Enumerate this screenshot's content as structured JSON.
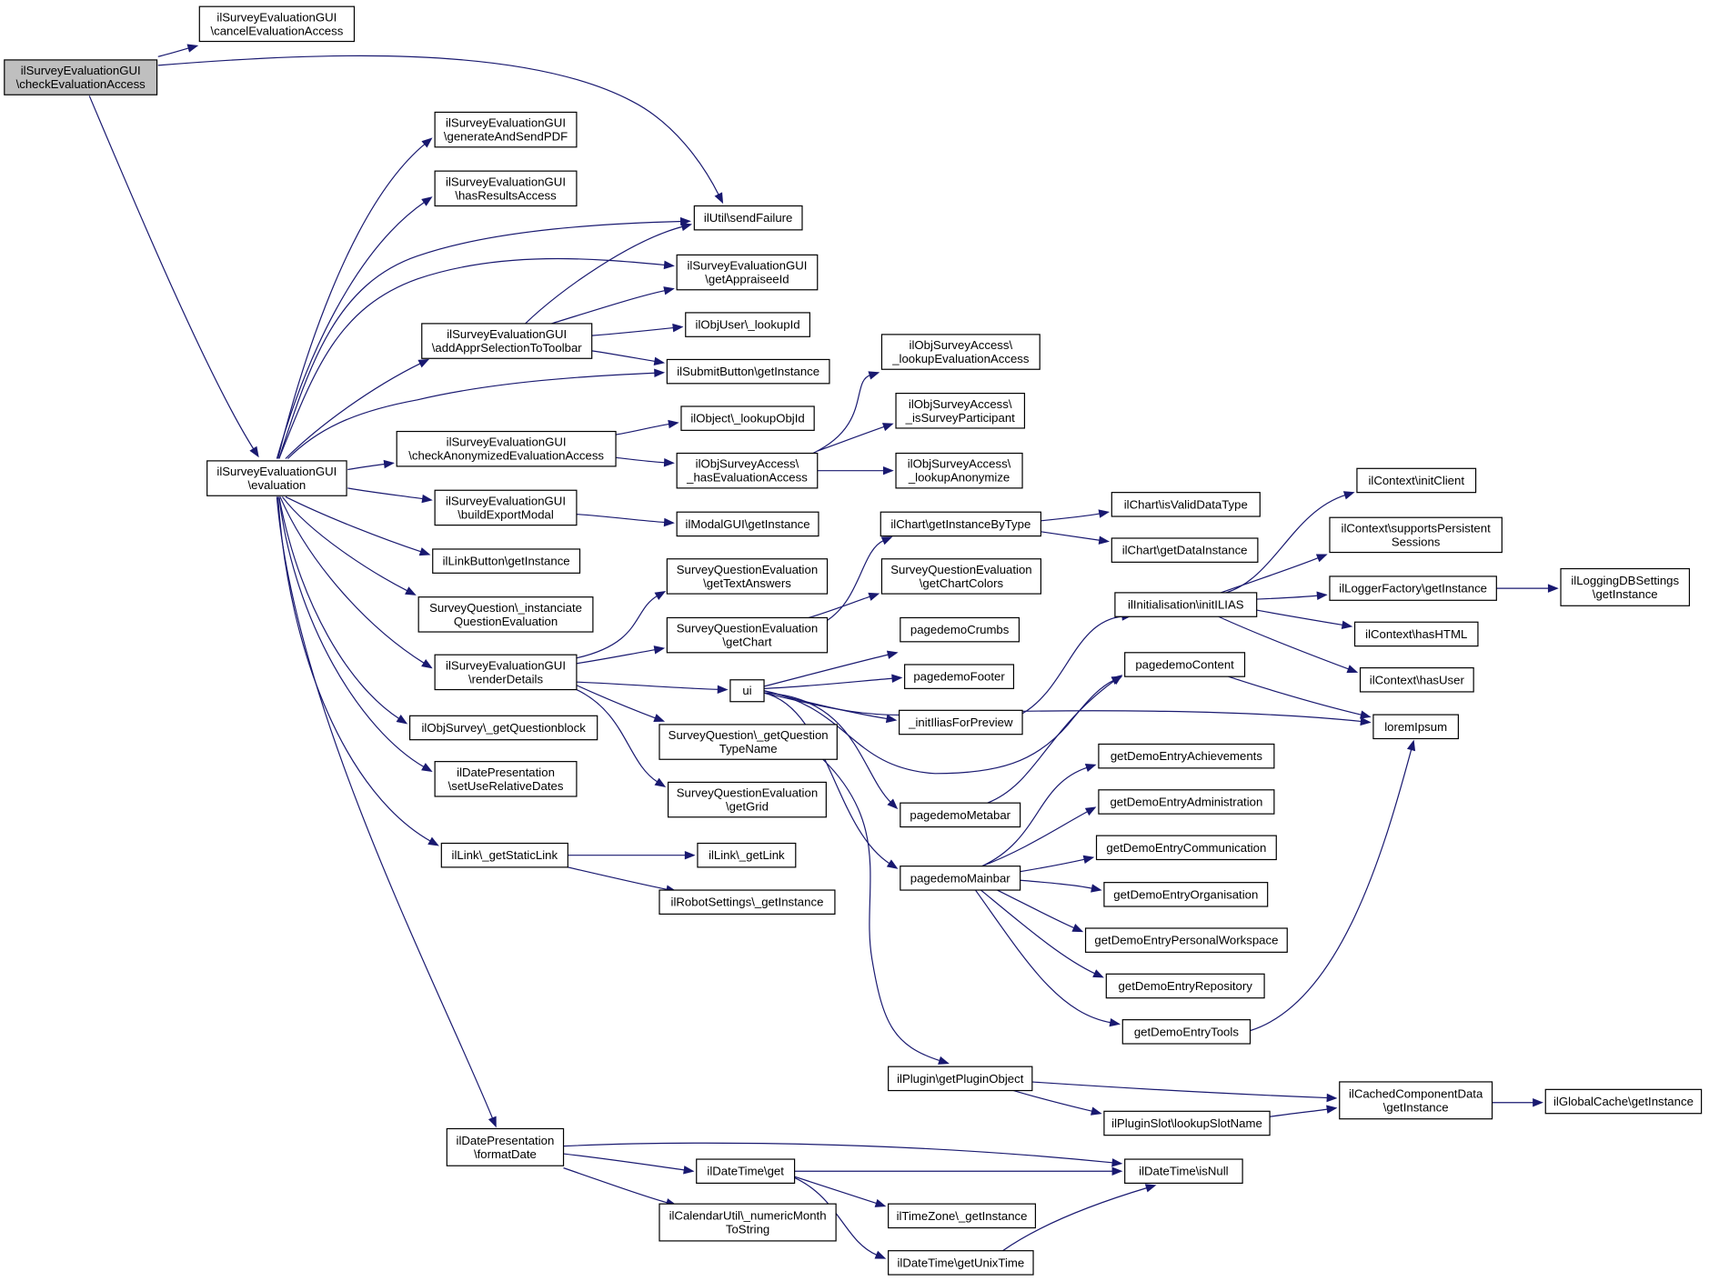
{
  "nodes": [
    {
      "id": "root",
      "lines": [
        "ilSurveyEvaluationGUI",
        "\\checkEvaluationAccess"
      ],
      "root": true
    },
    {
      "id": "cancel",
      "lines": [
        "ilSurveyEvaluationGUI",
        "\\cancelEvaluationAccess"
      ]
    },
    {
      "id": "eval",
      "lines": [
        "ilSurveyEvaluationGUI",
        "\\evaluation"
      ]
    },
    {
      "id": "genpdf",
      "lines": [
        "ilSurveyEvaluationGUI",
        "\\generateAndSendPDF"
      ]
    },
    {
      "id": "hasres",
      "lines": [
        "ilSurveyEvaluationGUI",
        "\\hasResultsAccess"
      ]
    },
    {
      "id": "sendfail",
      "lines": [
        "ilUtil\\sendFailure"
      ]
    },
    {
      "id": "getappr",
      "lines": [
        "ilSurveyEvaluationGUI",
        "\\getAppraiseeId"
      ]
    },
    {
      "id": "addappr",
      "lines": [
        "ilSurveyEvaluationGUI",
        "\\addApprSelectionToToolbar"
      ]
    },
    {
      "id": "lookupid",
      "lines": [
        "ilObjUser\\_lookupId"
      ]
    },
    {
      "id": "submitbtn",
      "lines": [
        "ilSubmitButton\\getInstance"
      ]
    },
    {
      "id": "lookupeval",
      "lines": [
        "ilObjSurveyAccess\\",
        "_lookupEvaluationAccess"
      ]
    },
    {
      "id": "issurveypart",
      "lines": [
        "ilObjSurveyAccess\\",
        "_isSurveyParticipant"
      ]
    },
    {
      "id": "lookupobjid",
      "lines": [
        "ilObject\\_lookupObjId"
      ]
    },
    {
      "id": "checkanon",
      "lines": [
        "ilSurveyEvaluationGUI",
        "\\checkAnonymizedEvaluationAccess"
      ]
    },
    {
      "id": "haseval",
      "lines": [
        "ilObjSurveyAccess\\",
        "_hasEvaluationAccess"
      ]
    },
    {
      "id": "lookupanon",
      "lines": [
        "ilObjSurveyAccess\\",
        "_lookupAnonymize"
      ]
    },
    {
      "id": "buildexp",
      "lines": [
        "ilSurveyEvaluationGUI",
        "\\buildExportModal"
      ]
    },
    {
      "id": "modal",
      "lines": [
        "ilModalGUI\\getInstance"
      ]
    },
    {
      "id": "linkbtn",
      "lines": [
        "ilLinkButton\\getInstance"
      ]
    },
    {
      "id": "charttype",
      "lines": [
        "ilChart\\getInstanceByType"
      ]
    },
    {
      "id": "isvalid",
      "lines": [
        "ilChart\\isValidDataType"
      ]
    },
    {
      "id": "datainst",
      "lines": [
        "ilChart\\getDataInstance"
      ]
    },
    {
      "id": "textans",
      "lines": [
        "SurveyQuestionEvaluation",
        "\\getTextAnswers"
      ]
    },
    {
      "id": "chartcolors",
      "lines": [
        "SurveyQuestionEvaluation",
        "\\getChartColors"
      ]
    },
    {
      "id": "instanciate",
      "lines": [
        "SurveyQuestion\\_instanciate",
        "QuestionEvaluation"
      ]
    },
    {
      "id": "getchart",
      "lines": [
        "SurveyQuestionEvaluation",
        "\\getChart"
      ]
    },
    {
      "id": "crumbs",
      "lines": [
        "pagedemoCrumbs"
      ]
    },
    {
      "id": "initclient",
      "lines": [
        "ilContext\\initClient"
      ]
    },
    {
      "id": "supportspers",
      "lines": [
        "ilContext\\supportsPersistent",
        "Sessions"
      ]
    },
    {
      "id": "initilias",
      "lines": [
        "ilInitialisation\\initILIAS"
      ]
    },
    {
      "id": "loggerfac",
      "lines": [
        "ilLoggerFactory\\getInstance"
      ]
    },
    {
      "id": "loggingdb",
      "lines": [
        "ilLoggingDBSettings",
        "\\getInstance"
      ]
    },
    {
      "id": "hashtml",
      "lines": [
        "ilContext\\hasHTML"
      ]
    },
    {
      "id": "renderdet",
      "lines": [
        "ilSurveyEvaluationGUI",
        "\\renderDetails"
      ]
    },
    {
      "id": "ui",
      "lines": [
        "ui"
      ]
    },
    {
      "id": "footer",
      "lines": [
        "pagedemoFooter"
      ]
    },
    {
      "id": "content",
      "lines": [
        "pagedemoContent"
      ]
    },
    {
      "id": "hasuser",
      "lines": [
        "ilContext\\hasUser"
      ]
    },
    {
      "id": "initpreview",
      "lines": [
        "_initIliasForPreview"
      ]
    },
    {
      "id": "lorem",
      "lines": [
        "loremIpsum"
      ]
    },
    {
      "id": "questionblock",
      "lines": [
        "ilObjSurvey\\_getQuestionblock"
      ]
    },
    {
      "id": "qtypename",
      "lines": [
        "SurveyQuestion\\_getQuestion",
        "TypeName"
      ]
    },
    {
      "id": "achievements",
      "lines": [
        "getDemoEntryAchievements"
      ]
    },
    {
      "id": "relativedates",
      "lines": [
        "ilDatePresentation",
        "\\setUseRelativeDates"
      ]
    },
    {
      "id": "getgrid",
      "lines": [
        "SurveyQuestionEvaluation",
        "\\getGrid"
      ]
    },
    {
      "id": "administration",
      "lines": [
        "getDemoEntryAdministration"
      ]
    },
    {
      "id": "metabar",
      "lines": [
        "pagedemoMetabar"
      ]
    },
    {
      "id": "communication",
      "lines": [
        "getDemoEntryCommunication"
      ]
    },
    {
      "id": "staticlink",
      "lines": [
        "ilLink\\_getStaticLink"
      ]
    },
    {
      "id": "getlink",
      "lines": [
        "ilLink\\_getLink"
      ]
    },
    {
      "id": "mainbar",
      "lines": [
        "pagedemoMainbar"
      ]
    },
    {
      "id": "organisation",
      "lines": [
        "getDemoEntryOrganisation"
      ]
    },
    {
      "id": "robot",
      "lines": [
        "ilRobotSettings\\_getInstance"
      ]
    },
    {
      "id": "personal",
      "lines": [
        "getDemoEntryPersonalWorkspace"
      ]
    },
    {
      "id": "repository",
      "lines": [
        "getDemoEntryRepository"
      ]
    },
    {
      "id": "tools",
      "lines": [
        "getDemoEntryTools"
      ]
    },
    {
      "id": "pluginobj",
      "lines": [
        "ilPlugin\\getPluginObject"
      ]
    },
    {
      "id": "cached",
      "lines": [
        "ilCachedComponentData",
        "\\getInstance"
      ]
    },
    {
      "id": "globalcache",
      "lines": [
        "ilGlobalCache\\getInstance"
      ]
    },
    {
      "id": "slotname",
      "lines": [
        "ilPluginSlot\\lookupSlotName"
      ]
    },
    {
      "id": "formatdate",
      "lines": [
        "ilDatePresentation",
        "\\formatDate"
      ]
    },
    {
      "id": "dtget",
      "lines": [
        "ilDateTime\\get"
      ]
    },
    {
      "id": "isnull",
      "lines": [
        "ilDateTime\\isNull"
      ]
    },
    {
      "id": "calutil",
      "lines": [
        "ilCalendarUtil\\_numericMonth",
        "ToString"
      ]
    },
    {
      "id": "timezone",
      "lines": [
        "ilTimeZone\\_getInstance"
      ]
    },
    {
      "id": "unixtime",
      "lines": [
        "ilDateTime\\getUnixTime"
      ]
    }
  ]
}
